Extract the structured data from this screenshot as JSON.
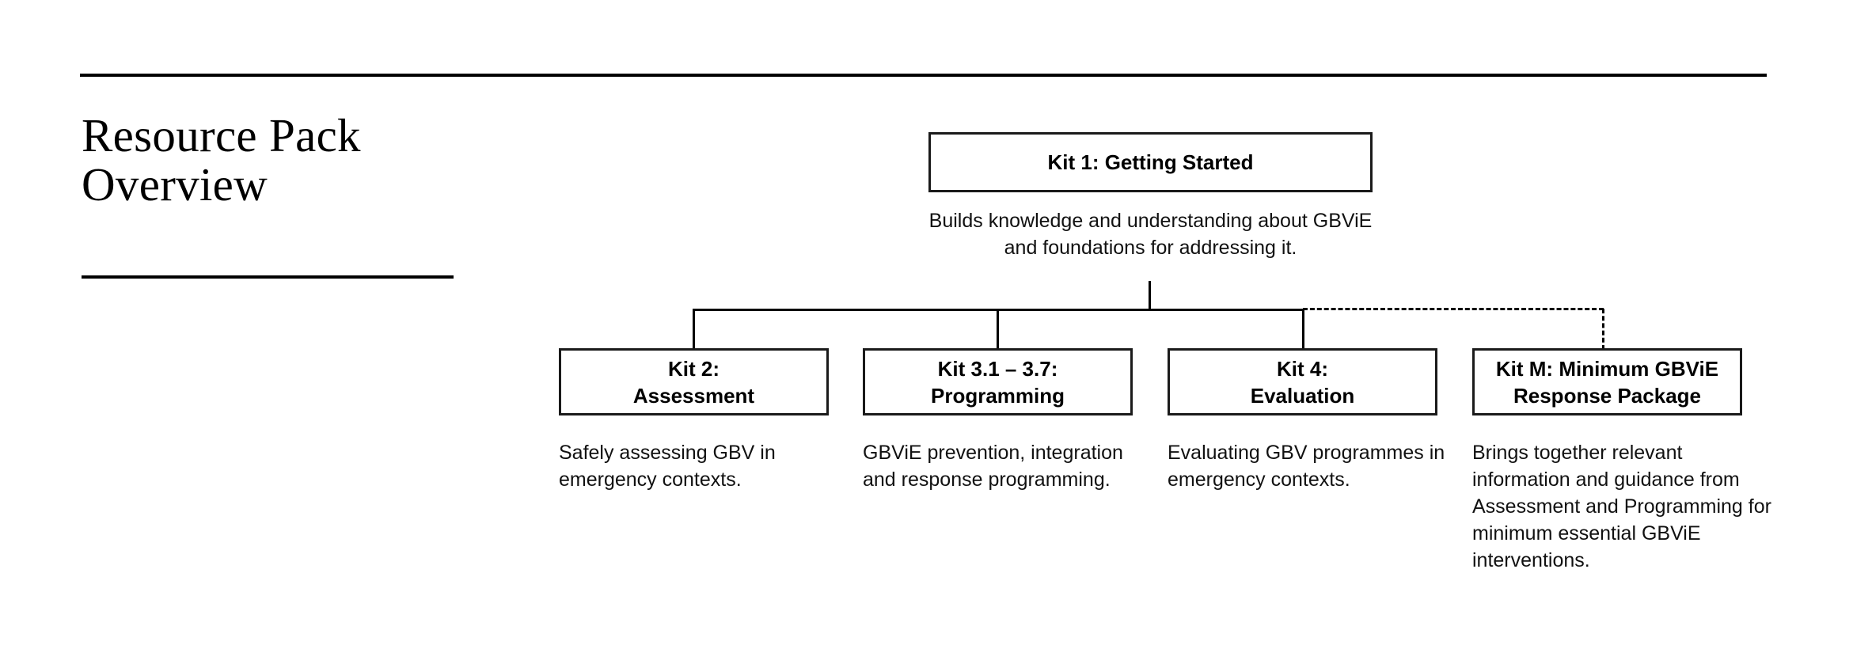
{
  "page": {
    "title_line1": "Resource Pack",
    "title_line2": "Overview",
    "background_color": "#ffffff",
    "line_color": "#000000"
  },
  "diagram_data": {
    "type": "tree-diagram",
    "root": {
      "id": "kit-1",
      "title": "Kit 1: Getting Started",
      "description_line1": "Builds knowledge and understanding about GBViE",
      "description_line2": "and foundations for addressing it."
    },
    "children": [
      {
        "id": "kit-2",
        "title_line1": "Kit 2:",
        "title_line2": "Assessment",
        "description": "Safely assessing GBV in emergency contexts.",
        "connector": "solid"
      },
      {
        "id": "kit-3",
        "title_line1": "Kit 3.1 – 3.7:",
        "title_line2": "Programming",
        "description": "GBViE prevention, integration and response programming.",
        "connector": "solid"
      },
      {
        "id": "kit-4",
        "title_line1": "Kit 4:",
        "title_line2": "Evaluation",
        "description": "Evaluating GBV programmes in emergency contexts.",
        "connector": "solid"
      },
      {
        "id": "kit-m",
        "title_line1": "Kit M: Minimum GBViE",
        "title_line2": "Response Package",
        "description": "Brings together relevant information and guidance from Assessment and Programming for minimum essential GBViE interventions.",
        "connector": "dashed"
      }
    ]
  }
}
